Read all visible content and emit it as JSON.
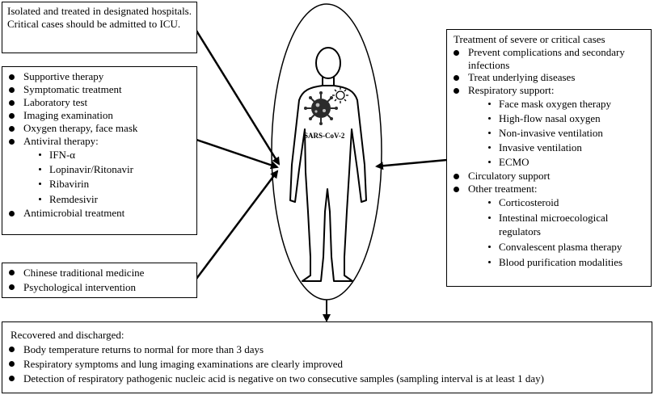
{
  "top_left_box": {
    "text": "Isolated and treated in designated hospitals. Critical cases should be admitted to ICU."
  },
  "left_box": {
    "items": [
      "Supportive therapy",
      "Symptomatic treatment",
      "Laboratory test",
      "Imaging examination",
      "Oxygen therapy, face mask",
      "Antiviral therapy:",
      "Antimicrobial treatment"
    ],
    "antiviral_subitems": [
      "IFN-α",
      "Lopinavir/Ritonavir",
      "Ribavirin",
      "Remdesivir"
    ]
  },
  "left_bottom_box": {
    "items": [
      "Chinese traditional medicine",
      "Psychological intervention"
    ]
  },
  "center": {
    "virus_label": "SARS-CoV-2"
  },
  "right_box": {
    "heading": "Treatment of severe or critical cases",
    "items": [
      "Prevent complications and secondary infections",
      "Treat underlying diseases",
      "Respiratory support:",
      "Circulatory support",
      "Other treatment:"
    ],
    "respiratory_subitems": [
      "Face mask oxygen therapy",
      "High-flow nasal oxygen",
      "Non-invasive ventilation",
      "Invasive ventilation",
      "ECMO"
    ],
    "other_subitems": [
      "Corticosteroid",
      "Intestinal microecological regulators",
      "Convalescent plasma therapy",
      "Blood purification modalities"
    ]
  },
  "bottom_box": {
    "heading": "Recovered and discharged:",
    "items": [
      "Body temperature returns to normal for more than 3 days",
      "Respiratory symptoms and lung imaging examinations are clearly improved",
      "Detection of respiratory pathogenic nucleic acid is negative on two consecutive samples (sampling interval is at least 1 day)"
    ]
  }
}
